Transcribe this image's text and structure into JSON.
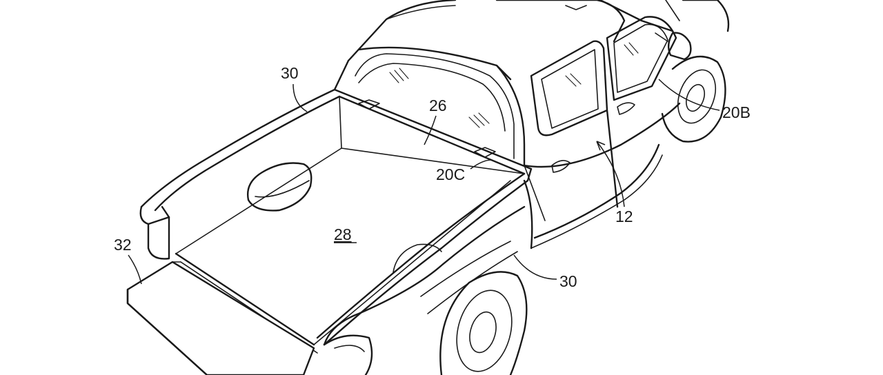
{
  "figure": {
    "reference_numerals": {
      "truck": "12",
      "rear_door": "20B",
      "rear_window_area": "20C",
      "cab_back_wall": "26",
      "bed_floor": "28",
      "bed_side_wall_left": "30",
      "bed_side_wall_right": "30",
      "tailgate": "32"
    }
  }
}
